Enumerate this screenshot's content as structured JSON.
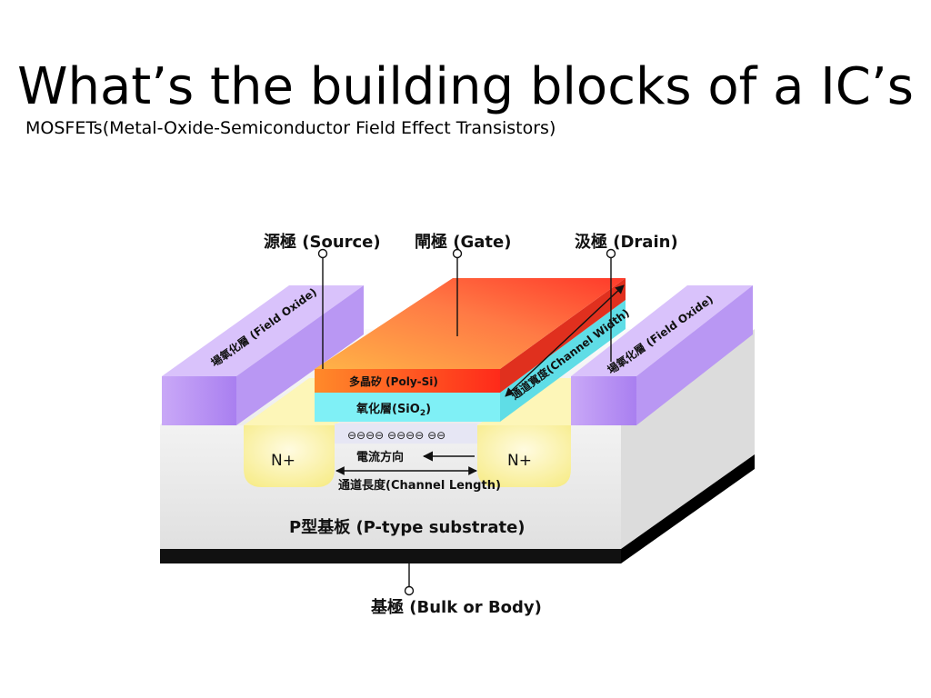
{
  "slide": {
    "title": "What’s the building blocks of a IC’s",
    "subtitle": "MOSFETs(Metal-Oxide-Semiconductor Field Effect Transistors)"
  },
  "diagram": {
    "source_label": "源極 (Source)",
    "gate_label": "閘極 (Gate)",
    "drain_label": "汲極 (Drain)",
    "field_oxide_left": "場氧化層 (Field Oxide)",
    "field_oxide_right": "場氧化層 (Field Oxide)",
    "poly_si": "多晶矽 (Poly-Si)",
    "oxide_prefix": "氧化層(SiO",
    "oxide_sub": "2",
    "oxide_suffix": ")",
    "channel_width": "通道寬度(Channel Width)",
    "electrons": "⊖⊖⊖⊖ ⊖⊖⊖⊖ ⊖⊖",
    "n_plus_left": "N+",
    "n_plus_right": "N+",
    "current_direction": "電流方向",
    "channel_length": "通道長度(Channel Length)",
    "substrate": "P型基板 (P-type substrate)",
    "bulk_label": "基極 (Bulk or Body)"
  },
  "colors": {
    "field_oxide": "#b68cf2",
    "poly_gate_top": "#ff5a3c",
    "oxide": "#7ff0f6",
    "n_plus": "#fdf3a0",
    "substrate_top": "#f4f4f4",
    "metal_bottom": "#111111"
  }
}
